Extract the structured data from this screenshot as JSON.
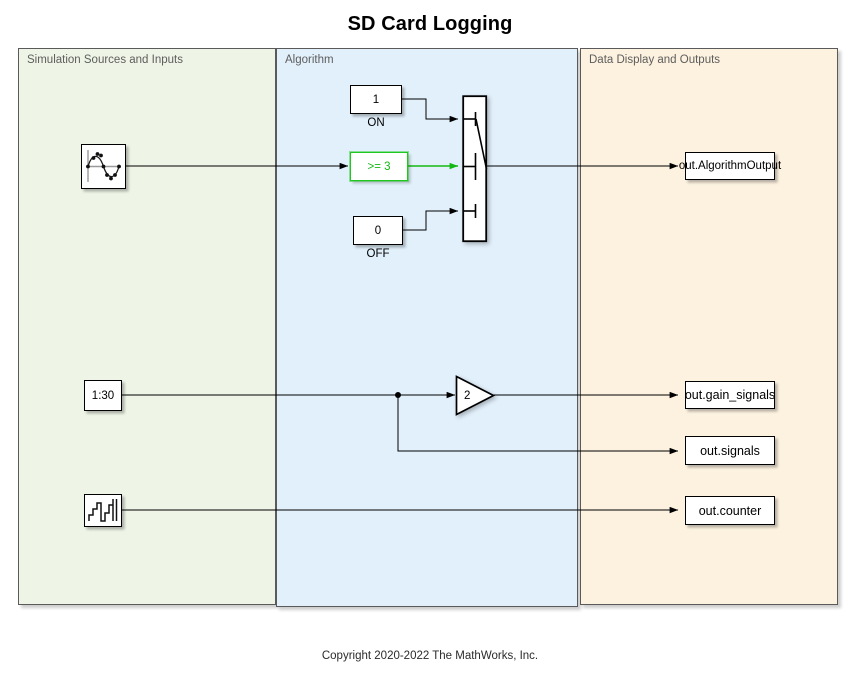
{
  "title": "SD Card Logging",
  "copyright": "Copyright 2020-2022 The MathWorks, Inc.",
  "areas": [
    {
      "id": "sources",
      "label": "Simulation Sources and Inputs",
      "color": "#eef5e6"
    },
    {
      "id": "algorithm",
      "label": "Algorithm",
      "color": "#e2f0fb"
    },
    {
      "id": "outputs",
      "label": "Data Display and Outputs",
      "color": "#fdf2e0"
    }
  ],
  "sources": {
    "signal_source": {
      "icon": "sine-data-points-icon",
      "label": ""
    },
    "ramp_constant": {
      "value": "1:30"
    },
    "counter_source": {
      "icon": "staircase-counter-icon",
      "label": ""
    }
  },
  "algorithm": {
    "const_on": {
      "value": "1",
      "caption": "ON"
    },
    "const_off": {
      "value": "0",
      "caption": "OFF"
    },
    "compare": {
      "value": ">= 3",
      "highlight_color": "#14b814",
      "highlighted": true
    },
    "switch": {
      "icon": "switch-icon"
    },
    "gain": {
      "value": "2"
    }
  },
  "outputs": {
    "algorithm_output": {
      "label": "out.AlgorithmOutput"
    },
    "gain_signals": {
      "label": "out.gain_signals"
    },
    "signals": {
      "label": "out.signals"
    },
    "counter": {
      "label": "out.counter"
    }
  },
  "colors": {
    "wire": "#000000",
    "wire_highlight": "#14b814",
    "block_border": "#000000",
    "area_border": "#5a5a5a",
    "area_label": "#5d5d5d"
  }
}
